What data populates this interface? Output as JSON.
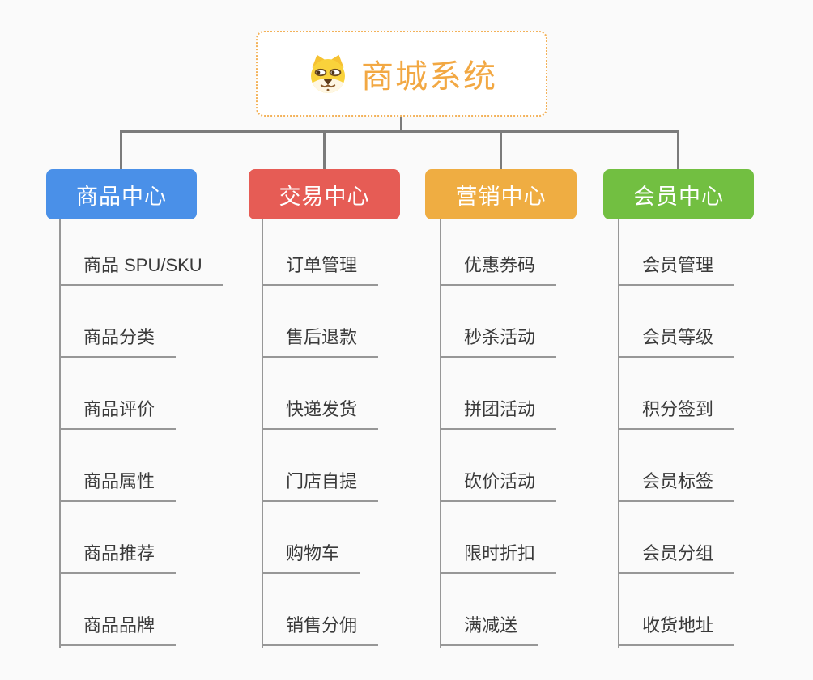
{
  "root": {
    "title": "商城系统",
    "icon": "dog-face-icon"
  },
  "branches": [
    {
      "label": "商品中心",
      "color": "#4A90E8",
      "items": [
        "商品 SPU/SKU",
        "商品分类",
        "商品评价",
        "商品属性",
        "商品推荐",
        "商品品牌"
      ]
    },
    {
      "label": "交易中心",
      "color": "#E65C55",
      "items": [
        "订单管理",
        "售后退款",
        "快递发货",
        "门店自提",
        "购物车",
        "销售分佣"
      ]
    },
    {
      "label": "营销中心",
      "color": "#EFAD42",
      "items": [
        "优惠券码",
        "秒杀活动",
        "拼团活动",
        "砍价活动",
        "限时折扣",
        "满减送"
      ]
    },
    {
      "label": "会员中心",
      "color": "#72BF41",
      "items": [
        "会员管理",
        "会员等级",
        "积分签到",
        "会员标签",
        "会员分组",
        "收货地址"
      ]
    }
  ],
  "colors": {
    "background": "#FAFAFA",
    "root_border": "#F3B25A",
    "root_text": "#F2A843",
    "connector": "#7B7B7B",
    "underline": "#979797",
    "item_text": "#3A3A3A",
    "branch_product": "#4A90E8",
    "branch_trade": "#E65C55",
    "branch_marketing": "#EFAD42",
    "branch_member": "#72BF41"
  }
}
